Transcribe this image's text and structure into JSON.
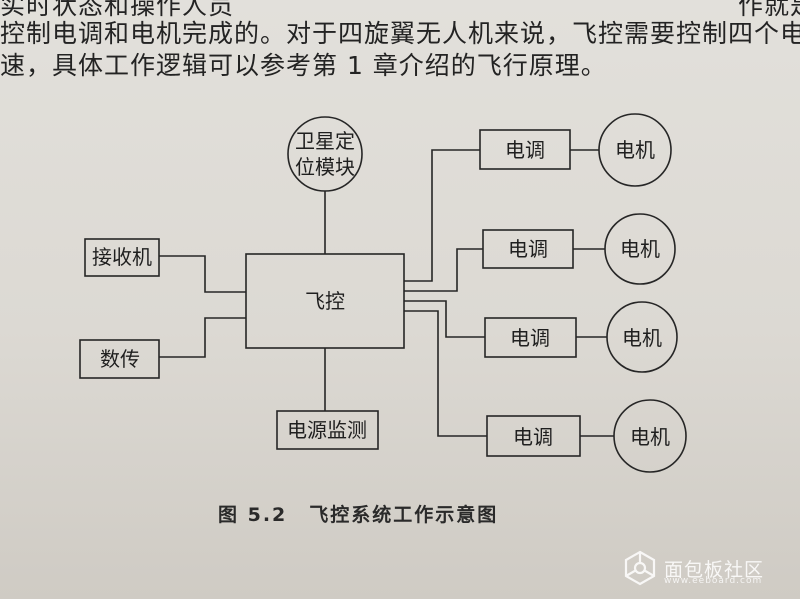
{
  "body_text": {
    "line1": "实时状态和操作人员",
    "line1_right": "作就是",
    "line2": "控制电调和电机完成的。对于四旋翼无人机来说，飞控需要控制四个电机",
    "line3": "速，具体工作逻辑可以参考第 1 章介绍的飞行原理。"
  },
  "diagram": {
    "satellite_module": [
      "卫星定",
      "位模块"
    ],
    "receiver": "接收机",
    "data_transmission": "数传",
    "flight_controller": "飞控",
    "power_monitor": "电源监测",
    "esc_label": "电调",
    "motor_label": "电机",
    "esc_count": 4
  },
  "caption": {
    "number": "图 5.2",
    "title": "飞控系统工作示意图"
  },
  "watermark": {
    "text": "面包板社区",
    "sub": "www.eeboard.com"
  }
}
